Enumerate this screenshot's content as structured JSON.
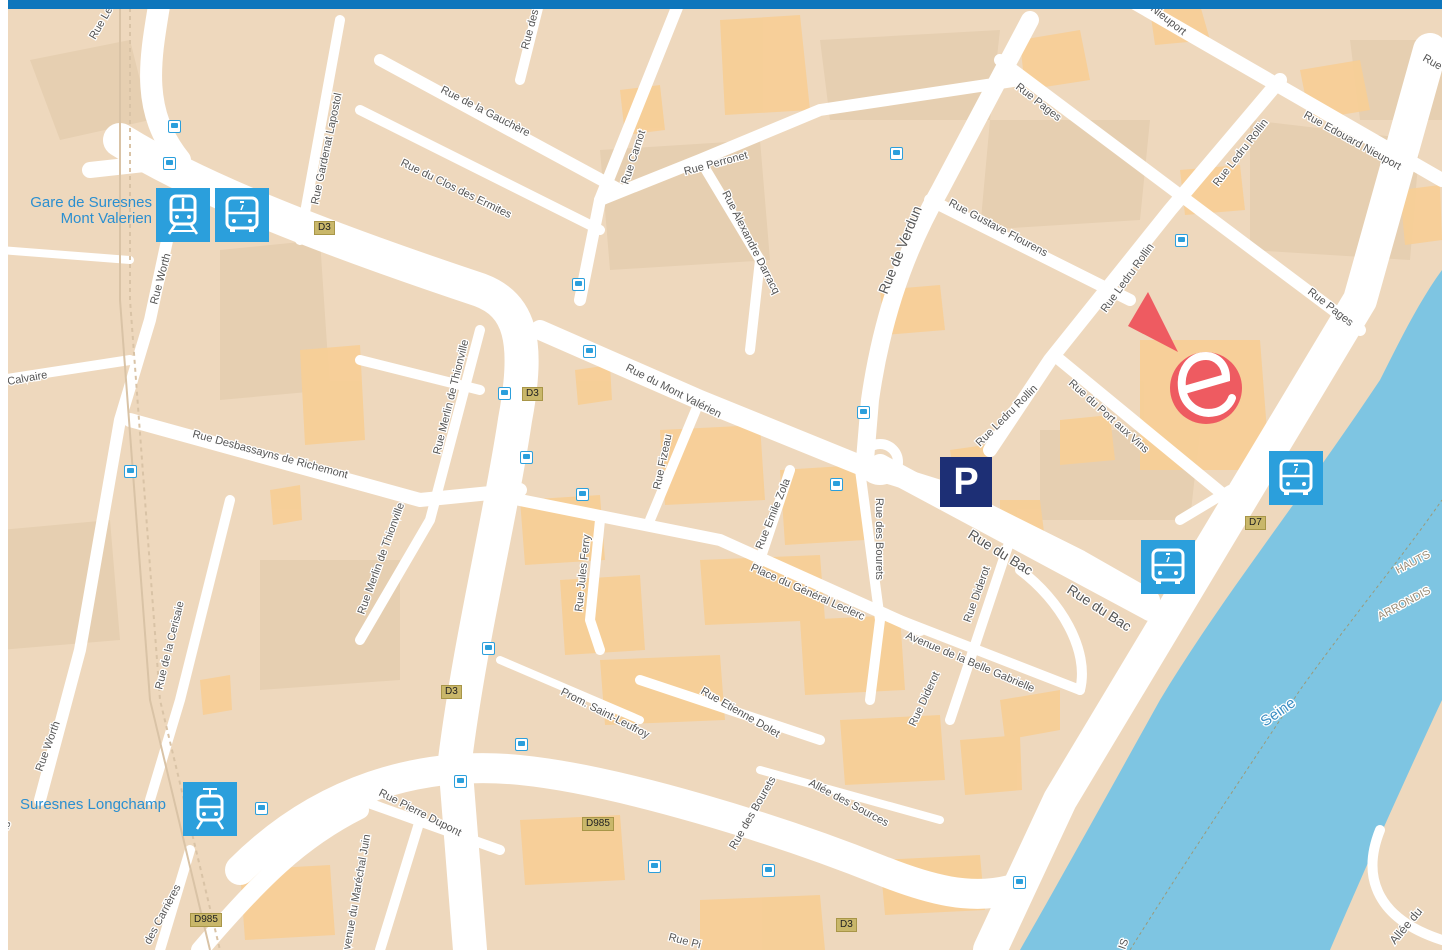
{
  "map": {
    "colors": {
      "land": "#eed8bd",
      "block": "#e7d0b3",
      "building": "#f7cf97",
      "road": "#ffffff",
      "water": "#7ec5e2",
      "transit_icon_bg": "#2b9fdc",
      "parking_bg": "#1d2f75",
      "marker": "#ee5b61",
      "header_bar": "#0e76bc"
    },
    "street_labels": [
      {
        "key": "s1",
        "text": "Rue de la Gauchère"
      },
      {
        "key": "s2",
        "text": "Rue du Clos des Ermites"
      },
      {
        "key": "s3",
        "text": "Rue Gardenat Lapostol"
      },
      {
        "key": "s4",
        "text": "Rue Carnot"
      },
      {
        "key": "s5",
        "text": "Rue Perronet"
      },
      {
        "key": "s6",
        "text": "Rue Alexandre Darracq"
      },
      {
        "key": "s7",
        "text": "Rue de Verdun"
      },
      {
        "key": "s8",
        "text": "Rue Gustave Flourens"
      },
      {
        "key": "s9",
        "text": "Rue Pages"
      },
      {
        "key": "s10",
        "text": "Rue Ledru Rollin"
      },
      {
        "key": "s11",
        "text": "Rue Edouard Nieuport"
      },
      {
        "key": "s12",
        "text": "Rue Ledru Rollin"
      },
      {
        "key": "s13",
        "text": "Rue Pages"
      },
      {
        "key": "s14",
        "text": "Rue Ledru Rollin"
      },
      {
        "key": "s15",
        "text": "Rue du Port aux Vins"
      },
      {
        "key": "s16",
        "text": "Rue du Mont Valérien"
      },
      {
        "key": "s17",
        "text": "Rue Merlin de Thionville"
      },
      {
        "key": "s18",
        "text": "Rue Desbassayns de Richemont"
      },
      {
        "key": "s19",
        "text": "Rue Merlin de Thionville"
      },
      {
        "key": "s20",
        "text": "Rue Worth"
      },
      {
        "key": "s21",
        "text": "Calvaire"
      },
      {
        "key": "s22",
        "text": "Rue de la Cerisaie"
      },
      {
        "key": "s23",
        "text": "Rue Worth"
      },
      {
        "key": "s24",
        "text": "Rue Fizeau"
      },
      {
        "key": "s25",
        "text": "Rue Emile Zola"
      },
      {
        "key": "s26",
        "text": "Rue des Bourets"
      },
      {
        "key": "s27",
        "text": "Rue du Bac"
      },
      {
        "key": "s28",
        "text": "Rue du Bac"
      },
      {
        "key": "s29",
        "text": "Rue Diderot"
      },
      {
        "key": "s30",
        "text": "Rue Jules Ferry"
      },
      {
        "key": "s31",
        "text": "Place du Général Leclerc"
      },
      {
        "key": "s32",
        "text": "Avenue de la Belle Gabrielle"
      },
      {
        "key": "s33",
        "text": "Rue Diderot"
      },
      {
        "key": "s34",
        "text": "Prom. Saint-Leufroy"
      },
      {
        "key": "s35",
        "text": "Rue Etienne Dolet"
      },
      {
        "key": "s36",
        "text": "Rue des Bourets"
      },
      {
        "key": "s37",
        "text": "Allée des Sources"
      },
      {
        "key": "s38",
        "text": "Rue Pierre Dupont"
      },
      {
        "key": "s39",
        "text": "venue du Maréchal Juin"
      },
      {
        "key": "s40",
        "text": "des Carrières"
      },
      {
        "key": "s41",
        "text": "Seine"
      },
      {
        "key": "s42",
        "text": "HAUTS"
      },
      {
        "key": "s43",
        "text": "ARRONDIS"
      },
      {
        "key": "s44",
        "text": "Allée du"
      },
      {
        "key": "s45",
        "text": "Nieuport"
      },
      {
        "key": "s46",
        "text": "Rue"
      },
      {
        "key": "s47",
        "text": "Rue Le"
      },
      {
        "key": "s48",
        "text": "Rue des"
      },
      {
        "key": "s49",
        "text": "Rue Pi"
      },
      {
        "key": "s50",
        "text": "is"
      },
      {
        "key": "s51",
        "text": "IS"
      }
    ],
    "route_shields": [
      "D3",
      "D3",
      "D3",
      "D3",
      "D7",
      "D985",
      "D985"
    ],
    "stations": {
      "gare_line1": "Gare de Suresnes",
      "gare_line2": "Mont Valerien",
      "longchamp": "Suresnes Longchamp"
    },
    "icons": {
      "train": "train-icon",
      "bus": "bus-icon",
      "tram": "tram-icon",
      "parking": "parking-icon",
      "marker": "destination-marker-icon"
    },
    "parking_label": "P"
  }
}
